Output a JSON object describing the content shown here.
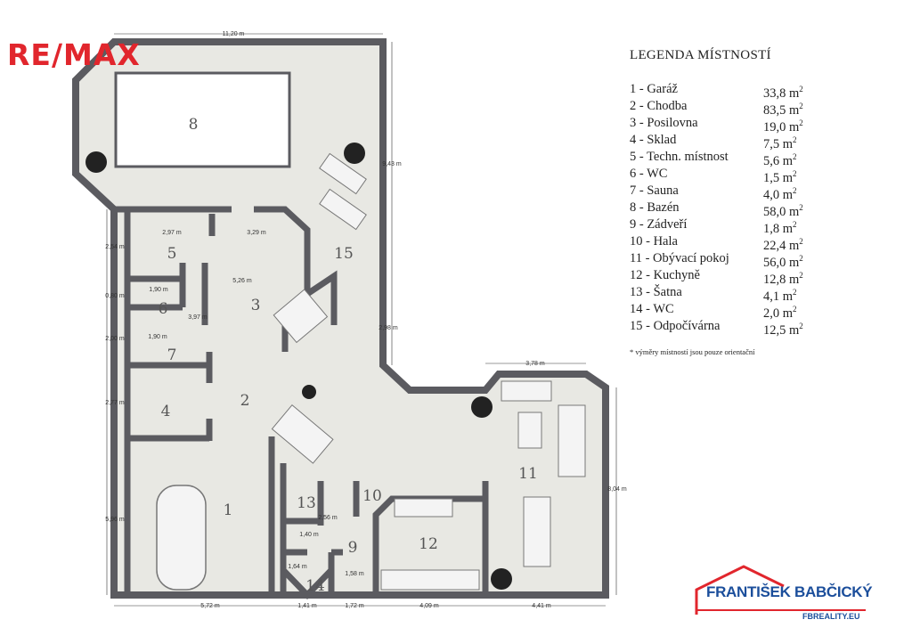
{
  "logos": {
    "remax": "RE/MAX",
    "agent_name": "FRANTIŠEK BABČICKÝ",
    "agent_url": "FBREALITY.EU"
  },
  "legend": {
    "title": "LEGENDA MÍSTNOSTÍ",
    "items": [
      {
        "name": "1 - Garáž",
        "area": "33,8 m"
      },
      {
        "name": "2 - Chodba",
        "area": "83,5 m"
      },
      {
        "name": "3 - Posilovna",
        "area": "19,0 m"
      },
      {
        "name": "4 - Sklad",
        "area": "7,5 m"
      },
      {
        "name": "5 - Techn. místnost",
        "area": "5,6 m"
      },
      {
        "name": "6 - WC",
        "area": "1,5 m"
      },
      {
        "name": "7 - Sauna",
        "area": "4,0 m"
      },
      {
        "name": "8 - Bazén",
        "area": "58,0 m"
      },
      {
        "name": "9 - Zádveří",
        "area": "1,8 m"
      },
      {
        "name": "10 - Hala",
        "area": "22,4 m"
      },
      {
        "name": "11 - Obývací pokoj",
        "area": "56,0 m"
      },
      {
        "name": "12 - Kuchyně",
        "area": "12,8 m"
      },
      {
        "name": "13 - Šatna",
        "area": "4,1 m"
      },
      {
        "name": "14 - WC",
        "area": "2,0 m"
      },
      {
        "name": "15 - Odpočívárna",
        "area": "12,5 m"
      }
    ],
    "unit_sup": "2",
    "note": "* výměry místností jsou pouze orientační"
  },
  "rooms": [
    "1",
    "2",
    "3",
    "4",
    "5",
    "6",
    "7",
    "8",
    "9",
    "10",
    "11",
    "12",
    "13",
    "14",
    "15"
  ],
  "dimensions": {
    "top": "11,20 m",
    "right_pool": "9,43 m",
    "right_mid": "2,98 m",
    "living_top": "3,78 m",
    "living_right": "8,04 m",
    "bottom_garage": "5,72 m",
    "bottom_wc": "1,41 m",
    "bottom_entry": "1,72 m",
    "bottom_kitchen": "4,09 m",
    "bottom_living": "4,41 m",
    "left_garage": "5,96 m",
    "left_storage": "2,77 m",
    "left_sauna": "2,00 m",
    "left_wc": "0,80 m",
    "left_tech": "2,54 m",
    "tech_width": "2,97 m",
    "gym_width": "3,29 m",
    "gym_height": "5,26 m",
    "wc_width": "1,90 m",
    "corridor_height": "3,97 m",
    "sauna_width": "1,90 m",
    "closet_width": "2,56 m",
    "wc2_width": "1,40 m",
    "wc2_height": "1,64 m",
    "entry_height": "1,58 m"
  }
}
